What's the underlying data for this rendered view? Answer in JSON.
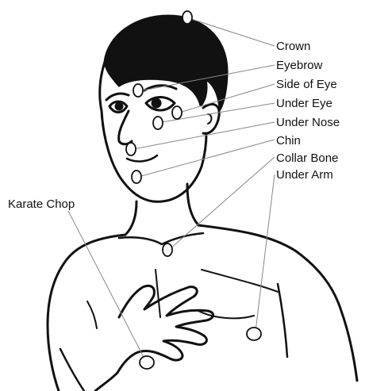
{
  "points": {
    "crown": "Crown",
    "eyebrow": "Eyebrow",
    "side_of_eye": "Side of Eye",
    "under_eye": "Under Eye",
    "under_nose": "Under Nose",
    "chin": "Chin",
    "collar_bone": "Collar Bone",
    "under_arm": "Under Arm",
    "karate_chop": "Karate Chop"
  },
  "colors": {
    "line": "#111111",
    "hair": "#111111",
    "point_fill": "#ffffff"
  }
}
